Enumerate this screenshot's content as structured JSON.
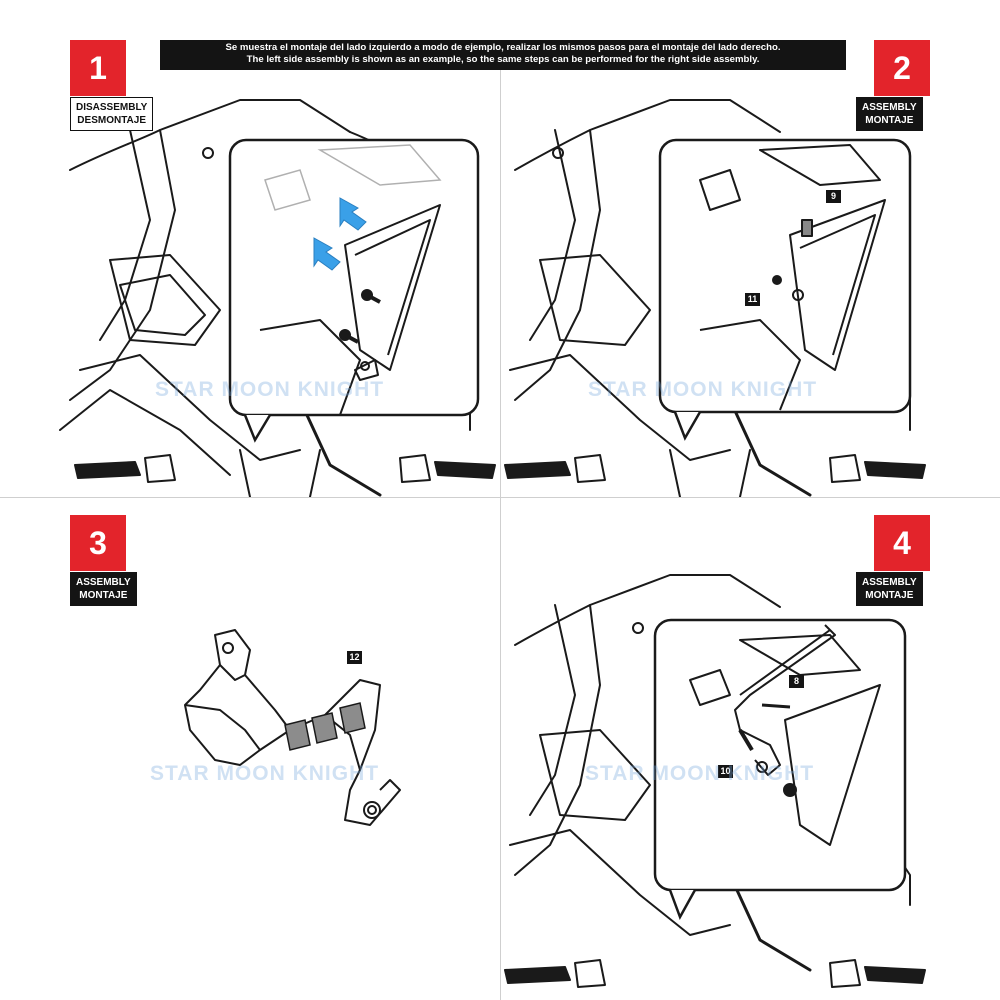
{
  "banner": {
    "line_es": "Se muestra el montaje del lado izquierdo a modo de ejemplo, realizar los mismos pasos para el montaje  del lado derecho.",
    "line_en": "The left side assembly is shown as an example, so the same steps can be performed for the right side assembly."
  },
  "steps": [
    {
      "number": "1",
      "label_en": "DISASSEMBLY",
      "label_es": "DESMONTAJE"
    },
    {
      "number": "2",
      "label_en": "ASSEMBLY",
      "label_es": "MONTAJE"
    },
    {
      "number": "3",
      "label_en": "ASSEMBLY",
      "label_es": "MONTAJE"
    },
    {
      "number": "4",
      "label_en": "ASSEMBLY",
      "label_es": "MONTAJE"
    }
  ],
  "callouts": {
    "p2_a": "9",
    "p2_b": "11",
    "p3_a": "12",
    "p4_a": "8",
    "p4_b": "10"
  },
  "watermark": "STAR MOON KNIGHT",
  "colors": {
    "accent": "#e3242b",
    "arrow": "#3aa0e8",
    "dark": "#141414"
  }
}
